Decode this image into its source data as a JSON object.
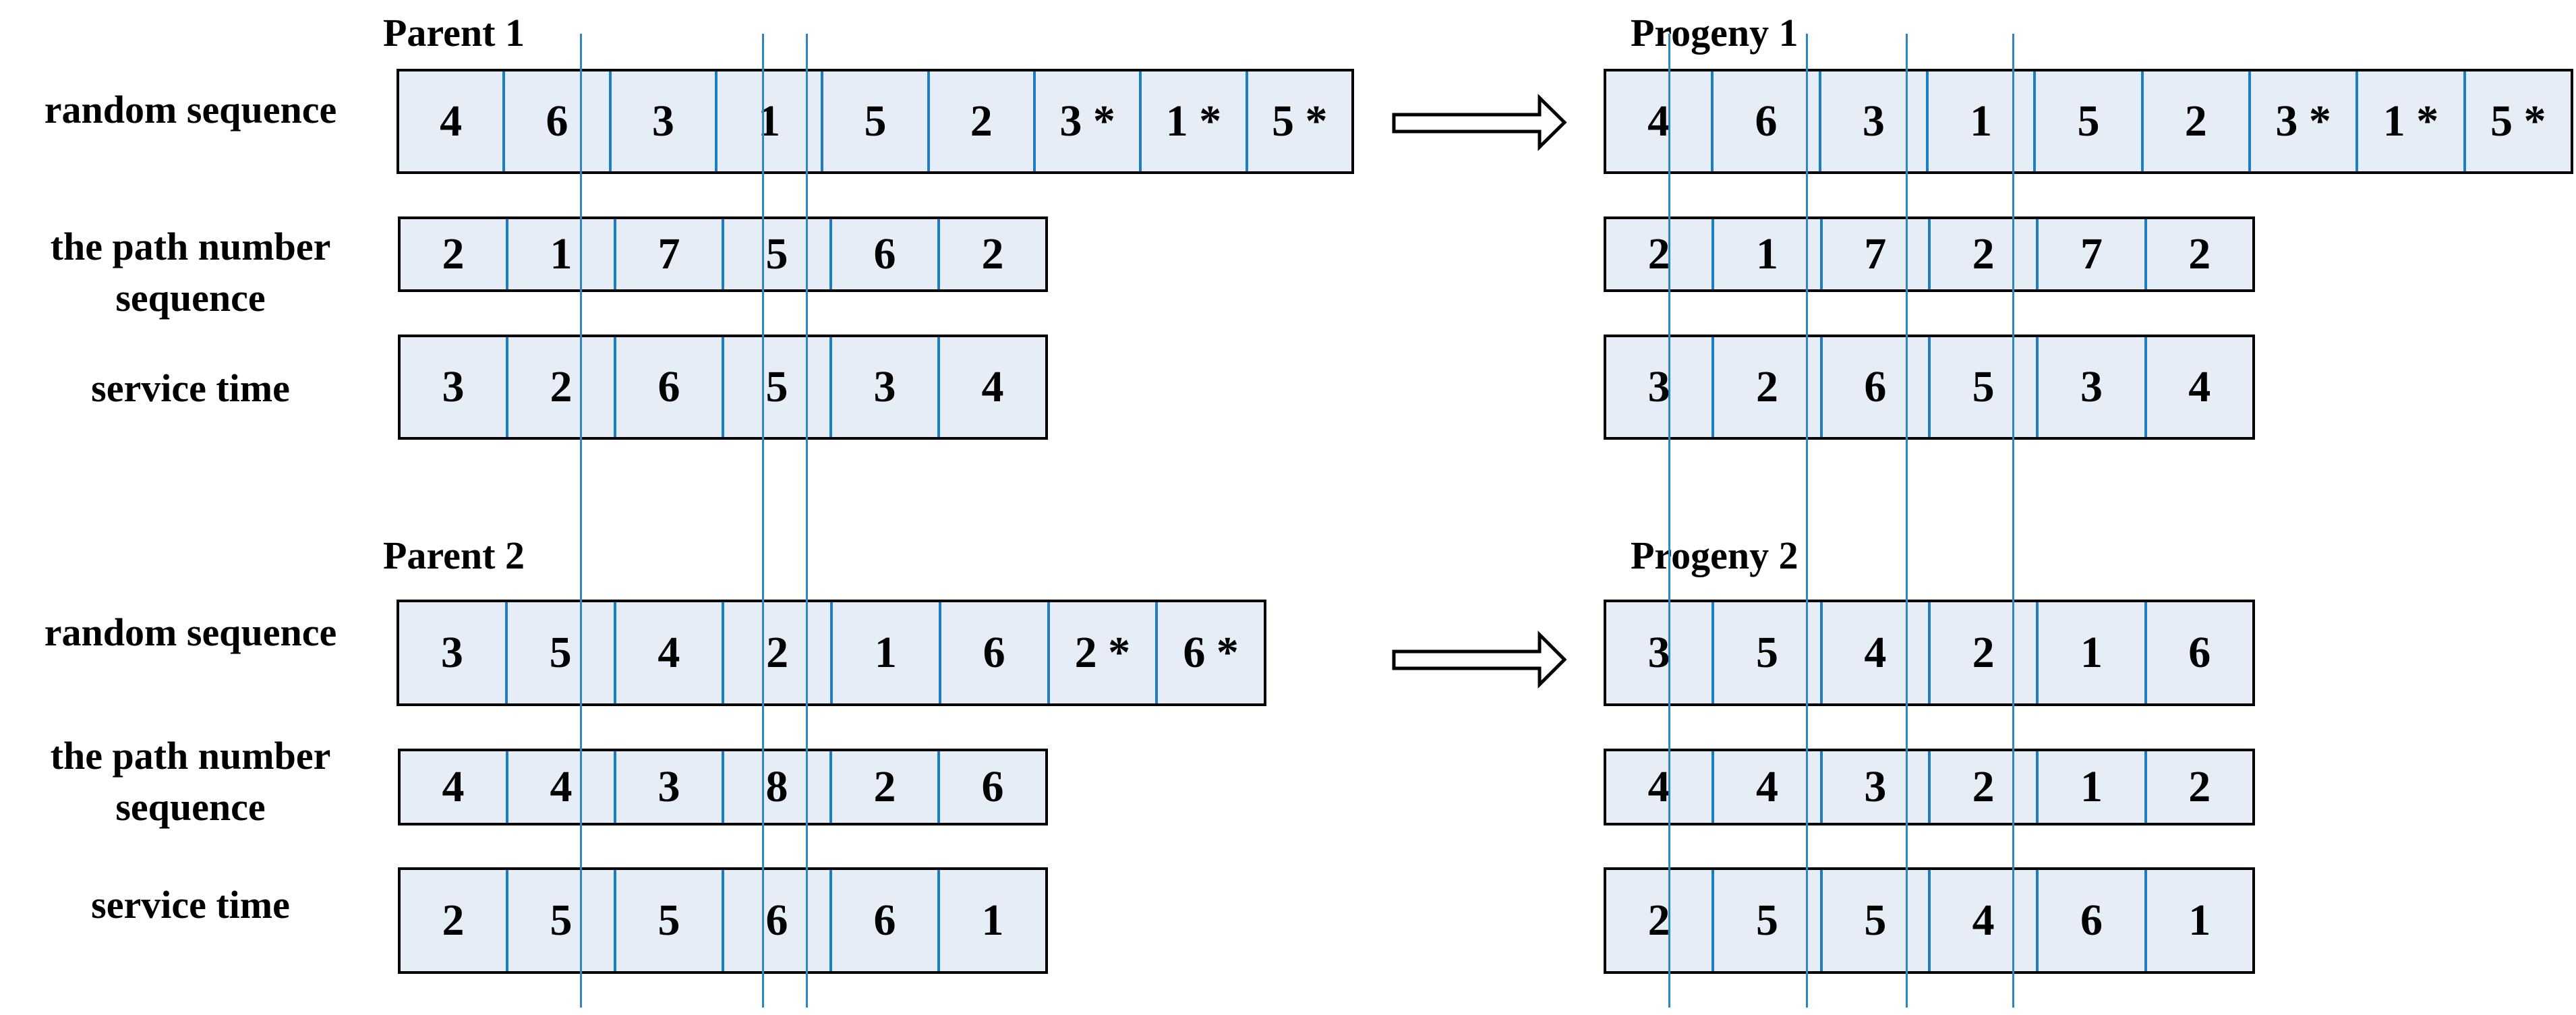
{
  "diagram": {
    "description": "crossover-of-parents-to-progeny",
    "row_labels": [
      "random sequence",
      "the path number\nsequence",
      "service time"
    ],
    "blocks": [
      {
        "id": "parent1",
        "title": "Parent 1",
        "rows": [
          {
            "name": "random-sequence",
            "cells": [
              "4",
              "6",
              "3",
              "1",
              "5",
              "2",
              "3 *",
              "1 *",
              "5 *"
            ]
          },
          {
            "name": "path-number-sequence",
            "cells": [
              "2",
              "1",
              "7",
              "5",
              "6",
              "2"
            ]
          },
          {
            "name": "service-time",
            "cells": [
              "3",
              "2",
              "6",
              "5",
              "3",
              "4"
            ]
          }
        ]
      },
      {
        "id": "progeny1",
        "title": "Progeny 1",
        "rows": [
          {
            "name": "random-sequence",
            "cells": [
              "4",
              "6",
              "3",
              "1",
              "5",
              "2",
              "3 *",
              "1 *",
              "5 *"
            ]
          },
          {
            "name": "path-number-sequence",
            "cells": [
              "2",
              "1",
              "7",
              "2",
              "7",
              "2"
            ]
          },
          {
            "name": "service-time",
            "cells": [
              "3",
              "2",
              "6",
              "5",
              "3",
              "4"
            ]
          }
        ]
      },
      {
        "id": "parent2",
        "title": "Parent 2",
        "rows": [
          {
            "name": "random-sequence",
            "cells": [
              "3",
              "5",
              "4",
              "2",
              "1",
              "6",
              "2 *",
              "6 *"
            ]
          },
          {
            "name": "path-number-sequence",
            "cells": [
              "4",
              "4",
              "3",
              "8",
              "2",
              "6"
            ]
          },
          {
            "name": "service-time",
            "cells": [
              "2",
              "5",
              "5",
              "6",
              "6",
              "1"
            ]
          }
        ]
      },
      {
        "id": "progeny2",
        "title": "Progeny 2",
        "rows": [
          {
            "name": "random-sequence",
            "cells": [
              "3",
              "5",
              "4",
              "2",
              "1",
              "6"
            ]
          },
          {
            "name": "path-number-sequence",
            "cells": [
              "4",
              "4",
              "3",
              "2",
              "1",
              "2"
            ]
          },
          {
            "name": "service-time",
            "cells": [
              "2",
              "5",
              "5",
              "4",
              "6",
              "1"
            ]
          }
        ]
      }
    ],
    "crossover_lines": {
      "left_count": 3,
      "right_count": 4
    },
    "arrows": [
      {
        "name": "parent1-to-progeny1",
        "direction": "right"
      },
      {
        "name": "parent2-to-progeny2",
        "direction": "right"
      }
    ],
    "colors": {
      "background": "#ffffff",
      "cell_fill": "#e7edf6",
      "cell_divider": "#1b7ec4",
      "crossover_line": "#2e86c4",
      "box_border": "#000000",
      "text": "#000000",
      "arrow_fill": "#ffffff",
      "arrow_outline": "#000000"
    }
  }
}
